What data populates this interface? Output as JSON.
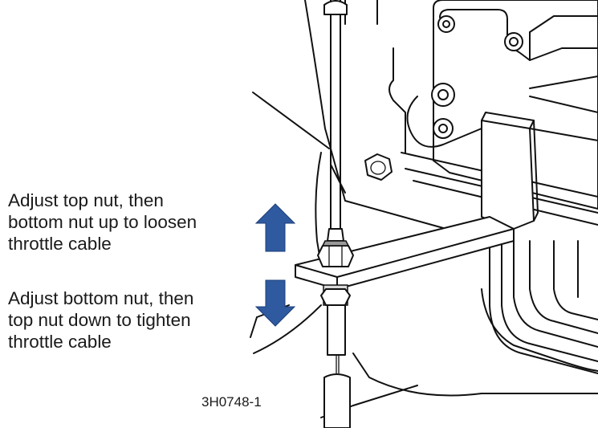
{
  "labels": {
    "loosen": "Adjust top nut, then\nbottom nut up to loosen\nthrottle cable",
    "tighten": "Adjust bottom nut, then\ntop nut down to tighten\nthrottle cable",
    "figure_id": "3H0748-1"
  },
  "icons": {
    "up": "arrow-up-icon",
    "down": "arrow-down-icon"
  },
  "colors": {
    "arrow": "#2f5aa0",
    "line": "#111111"
  }
}
